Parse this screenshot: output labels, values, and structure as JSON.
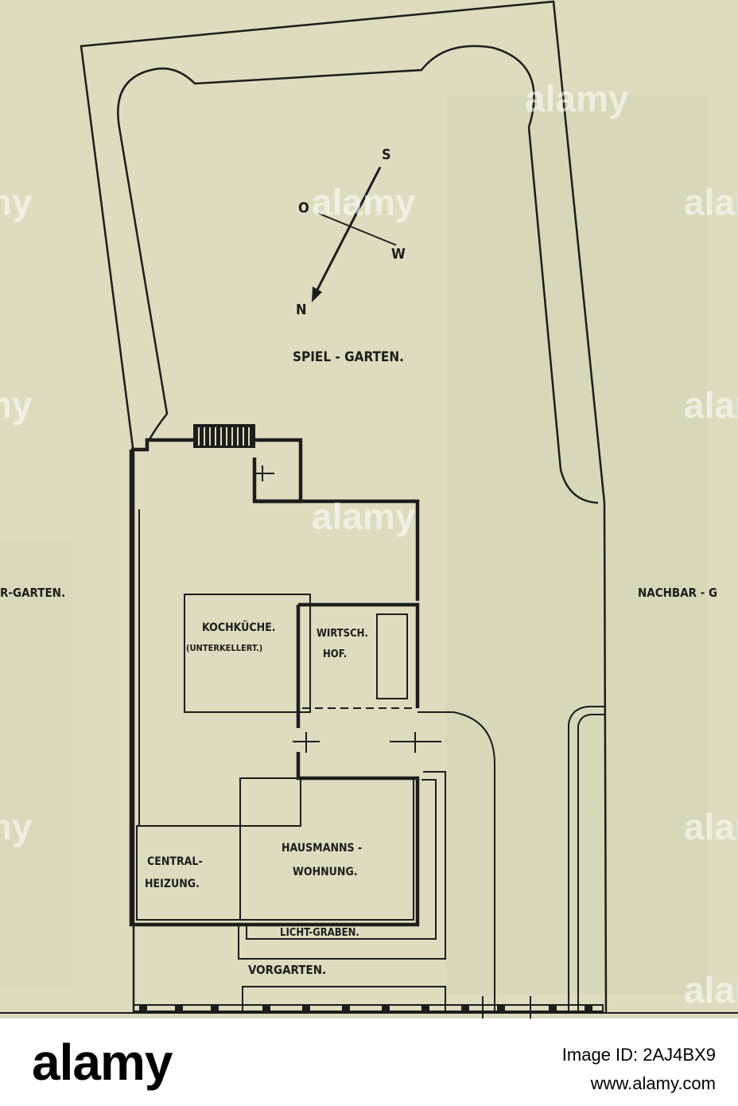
{
  "plan": {
    "labels": {
      "spiel_garten": "SPIEL - GARTEN.",
      "neighbor_left": "R-GARTEN.",
      "neighbor_right": "NACHBAR - G",
      "kochkueche": "KOCHKÜCHE.",
      "unterkellert": "(UNTERKELLERT.)",
      "wirtsch": "WIRTSCH.",
      "hof": "HOF.",
      "hausmanns": "HAUSMANNS -",
      "wohnung": "WOHNUNG.",
      "central": "CENTRAL-",
      "heizung": "HEIZUNG.",
      "licht_graben": "LICHT-GRABEN.",
      "vorgarten": "VORGARTEN."
    },
    "compass": {
      "s": "S",
      "o": "O",
      "w": "W",
      "n": "N"
    }
  },
  "watermark": "alamy",
  "footer": {
    "logo_prefix": "a",
    "logo": "alamy",
    "image_id_label": "Image ID: 2AJ4BX9",
    "site": "www.alamy.com"
  }
}
